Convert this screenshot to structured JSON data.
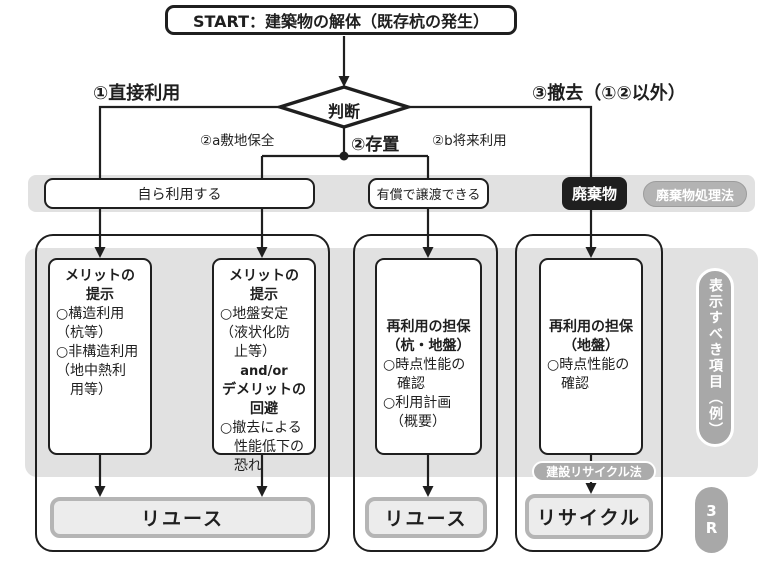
{
  "start": {
    "label": "START：建築物の解体（既存杭の発生）"
  },
  "decision": {
    "label": "判断"
  },
  "branches": {
    "direct_use": "①直接利用",
    "leave_in_place": "②存置",
    "site_preservation": "②a敷地保全",
    "future_use": "②b将来利用",
    "removal": "③撤去（①②以外）"
  },
  "row1": {
    "self_use": "自ら利用する",
    "paid_transfer": "有償で譲渡できる",
    "waste": "廃棄物",
    "waste_law": "廃棄物処理法"
  },
  "boxes": {
    "box1": {
      "title": "メリットの\n提示",
      "items": "○構造利用\n（杭等）\n○非構造利用\n（地中熱利\n　用等）"
    },
    "box2": {
      "title1": "メリットの\n提示",
      "items1": "○地盤安定\n（液状化防\n　止等）",
      "connector": "and/or",
      "title2": "デメリットの\n回避",
      "items2": "○撤去による\n　性能低下の\n　恐れ"
    },
    "box3": {
      "title": "再利用の担保\n（杭・地盤）",
      "items": "○時点性能の\n　確認\n○利用計画\n　（概要）"
    },
    "box4": {
      "title": "再利用の担保\n（地盤）",
      "items": "○時点性能の\n　確認"
    }
  },
  "side": {
    "display_items": "表示すべき項目（例）",
    "three_r": "3\nR"
  },
  "bottom": {
    "reuse_wide": "リユース",
    "reuse": "リユース",
    "recycle": "リサイクル",
    "recycle_law": "建設リサイクル法"
  },
  "colors": {
    "line_black": "#1f1f1f",
    "panel_gray": "#e1e1e1",
    "pill_gray": "#a8a8a8",
    "bottom_border_gray": "#b5b5b5",
    "bottom_fill": "#ececec",
    "waste_black": "#1f1f1f"
  }
}
